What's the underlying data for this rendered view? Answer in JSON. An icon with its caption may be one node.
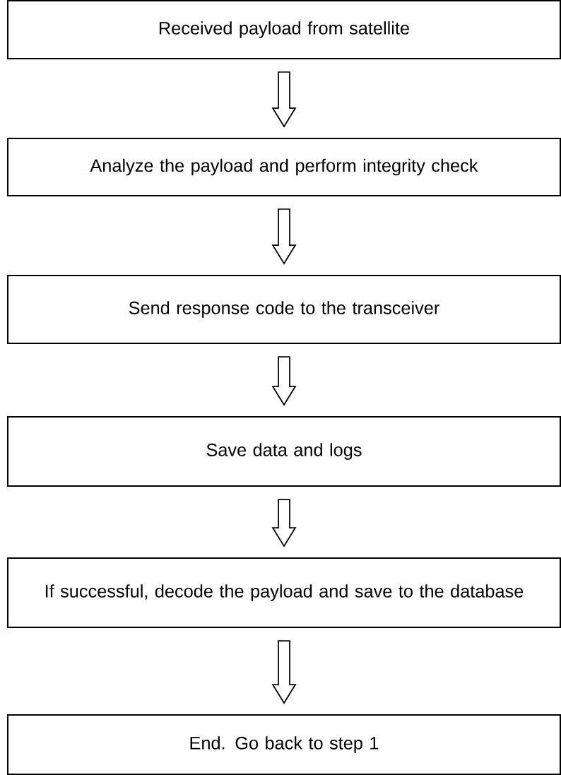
{
  "diagram": {
    "nodes": [
      {
        "text": [
          "Received payload from satellite"
        ]
      },
      {
        "text": [
          "Analyze the payload and perform integrity check"
        ]
      },
      {
        "text": [
          "Send response code to the transceiver"
        ]
      },
      {
        "text": [
          "Save data and logs"
        ]
      },
      {
        "text": [
          "If successful, decode the payload and save to the database"
        ]
      },
      {
        "text": [
          "End. Go back to step 1"
        ]
      }
    ],
    "edges": [
      {
        "from": 0,
        "to": 1,
        "arrow": "to"
      },
      {
        "from": 1,
        "to": 2,
        "arrow": "to"
      },
      {
        "from": 2,
        "to": 3,
        "arrow": "to"
      },
      {
        "from": 3,
        "to": 4,
        "arrow": "to"
      },
      {
        "from": 4,
        "to": 5,
        "arrow": "to"
      }
    ]
  }
}
